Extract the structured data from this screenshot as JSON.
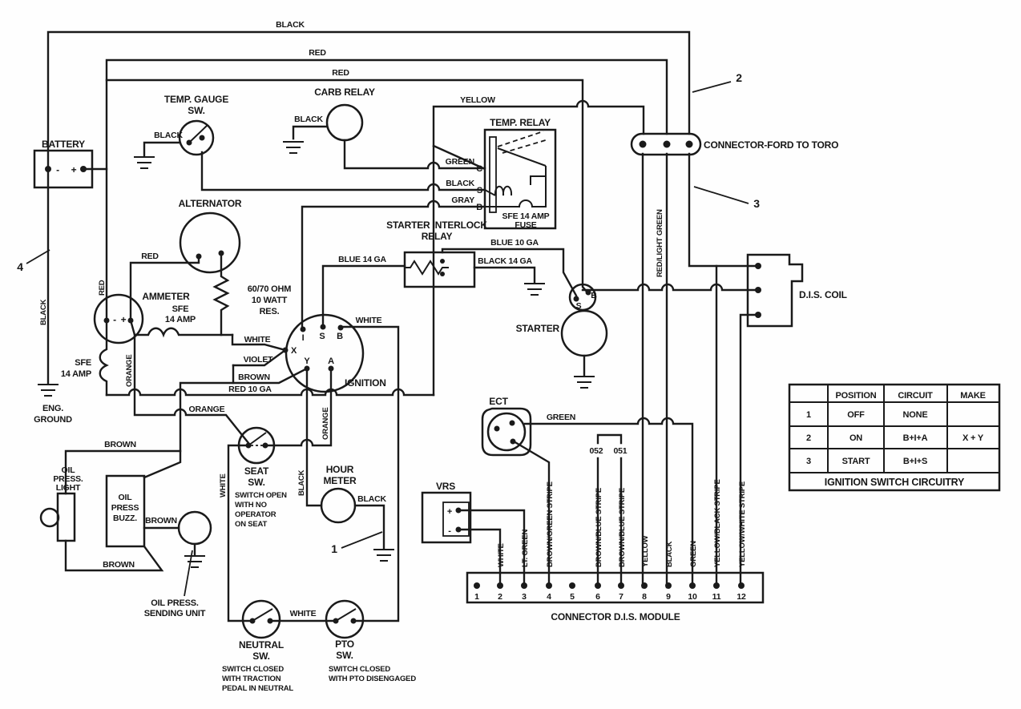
{
  "wires": {
    "black_top": "BLACK",
    "red_upper": "RED",
    "red_lower": "RED",
    "yellow": "YELLOW",
    "green_relay": "GREEN",
    "black_relay": "BLACK",
    "gray_relay": "GRAY",
    "blue_10ga": "BLUE 10 GA",
    "black_14ga": "BLACK 14 GA",
    "blue_14ga": "BLUE 14 GA",
    "white_b": "WHITE",
    "white_x": "WHITE",
    "violet": "VIOLET",
    "brown": "BROWN",
    "red_10ga": "RED 10 GA",
    "orange_bus": "ORANGE",
    "orange_vert": "ORANGE",
    "orange_a": "ORANGE",
    "red_alt": "RED",
    "red_vert": "RED",
    "black_left": "BLACK",
    "black_tg": "BLACK",
    "black_carb": "BLACK",
    "red_light_green": "RED/LIGHT GREEN",
    "black_hour_vert": "BLACK",
    "black_hour": "BLACK",
    "white_seat": "WHITE",
    "white_bottom": "WHITE",
    "brown_top": "BROWN",
    "brown_mid": "BROWN",
    "brown_bot": "BROWN",
    "green_ect": "GREEN"
  },
  "components": {
    "battery": "BATTERY",
    "temp_gauge_1": "TEMP. GAUGE",
    "temp_gauge_2": "SW.",
    "carb_relay": "CARB RELAY",
    "temp_relay": "TEMP. RELAY",
    "relay_fuse_1": "SFE 14 AMP",
    "relay_fuse_2": "FUSE",
    "connector_ford": "CONNECTOR-FORD TO TORO",
    "alternator": "ALTERNATOR",
    "ammeter": "AMMETER",
    "ammeter_fuse_1": "SFE",
    "ammeter_fuse_2": "14 AMP",
    "resistor_1": "60/70 OHM",
    "resistor_2": "10 WATT",
    "resistor_3": "RES.",
    "ignition": "IGNITION",
    "interlock_1": "STARTER INTERLOCK",
    "interlock_2": "RELAY",
    "starter": "STARTER",
    "dis_coil": "D.I.S. COIL",
    "ect": "ECT",
    "vrs": "VRS",
    "eng_ground_1": "ENG.",
    "eng_ground_2": "GROUND",
    "left_fuse_1": "SFE",
    "left_fuse_2": "14 AMP",
    "oil_light_1": "OIL",
    "oil_light_2": "PRESS.",
    "oil_light_3": "LIGHT",
    "oil_buzz_1": "OIL",
    "oil_buzz_2": "PRESS",
    "oil_buzz_3": "BUZZ.",
    "sending_1": "OIL PRESS.",
    "sending_2": "SENDING UNIT",
    "seat_1": "SEAT",
    "seat_2": "SW.",
    "hour_1": "HOUR",
    "hour_2": "METER",
    "neutral_1": "NEUTRAL",
    "neutral_2": "SW.",
    "pto_1": "PTO",
    "pto_2": "SW.",
    "dis_module": "CONNECTOR D.I.S. MODULE"
  },
  "terminals": {
    "relay_c": "C",
    "relay_s": "S",
    "relay_b": "B",
    "ign_i": "I",
    "ign_s": "S",
    "ign_b": "B",
    "ign_x": "X",
    "ign_y": "Y",
    "ign_a": "A",
    "start_s": "S",
    "start_b": "B",
    "bat_minus": "-",
    "bat_plus": "+",
    "amm_minus": "-",
    "amm_plus": "+",
    "vrs_plus": "+",
    "vrs_minus": "-"
  },
  "callouts": {
    "one": "1",
    "two": "2",
    "three": "3",
    "four": "4"
  },
  "notes": {
    "seat": [
      "SWITCH OPEN",
      "WITH NO",
      "OPERATOR",
      "ON SEAT"
    ],
    "neutral": [
      "SWITCH CLOSED",
      "WITH TRACTION",
      "PEDAL IN NEUTRAL"
    ],
    "pto": [
      "SWITCH CLOSED",
      "WITH PTO DISENGAGED"
    ]
  },
  "plug_ids": {
    "a": "052",
    "b": "051"
  },
  "pins": [
    "1",
    "2",
    "3",
    "4",
    "5",
    "6",
    "7",
    "8",
    "9",
    "10",
    "11",
    "12"
  ],
  "pin_labels": [
    "WHITE",
    "LT. GREEN",
    "BROWN/GREEN STRIPE",
    "BROWN/BLUE STRIPE",
    "BROWN/BLUE STRIPE",
    "YELLOW",
    "BLACK",
    "GREEN",
    "YELLOW/BLACK STRIPE",
    "YELLOW/WHITE STRIPE"
  ],
  "table": {
    "headers": [
      "",
      "POSITION",
      "CIRCUIT",
      "MAKE"
    ],
    "rows": [
      [
        "1",
        "OFF",
        "NONE",
        ""
      ],
      [
        "2",
        "ON",
        "B+I+A",
        "X + Y"
      ],
      [
        "3",
        "START",
        "B+I+S",
        ""
      ]
    ],
    "footer": "IGNITION SWITCH CIRCUITRY"
  }
}
